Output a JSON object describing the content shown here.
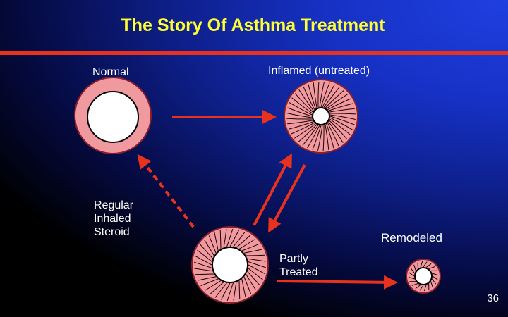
{
  "slide": {
    "title": "The Story Of Asthma Treatment",
    "page_number": "36"
  },
  "labels": {
    "normal": "Normal",
    "inflamed": "Inflamed (untreated)",
    "steroid_line1": "Regular",
    "steroid_line2": "Inhaled",
    "steroid_line3": "Steroid",
    "partly_line1": "Partly",
    "partly_line2": "Treated",
    "remodeled": "Remodeled"
  },
  "colors": {
    "title": "#ffff33",
    "accent_red": "#e8321e",
    "airway_pink": "#f09aa0",
    "lumen_white": "#ffffff"
  }
}
